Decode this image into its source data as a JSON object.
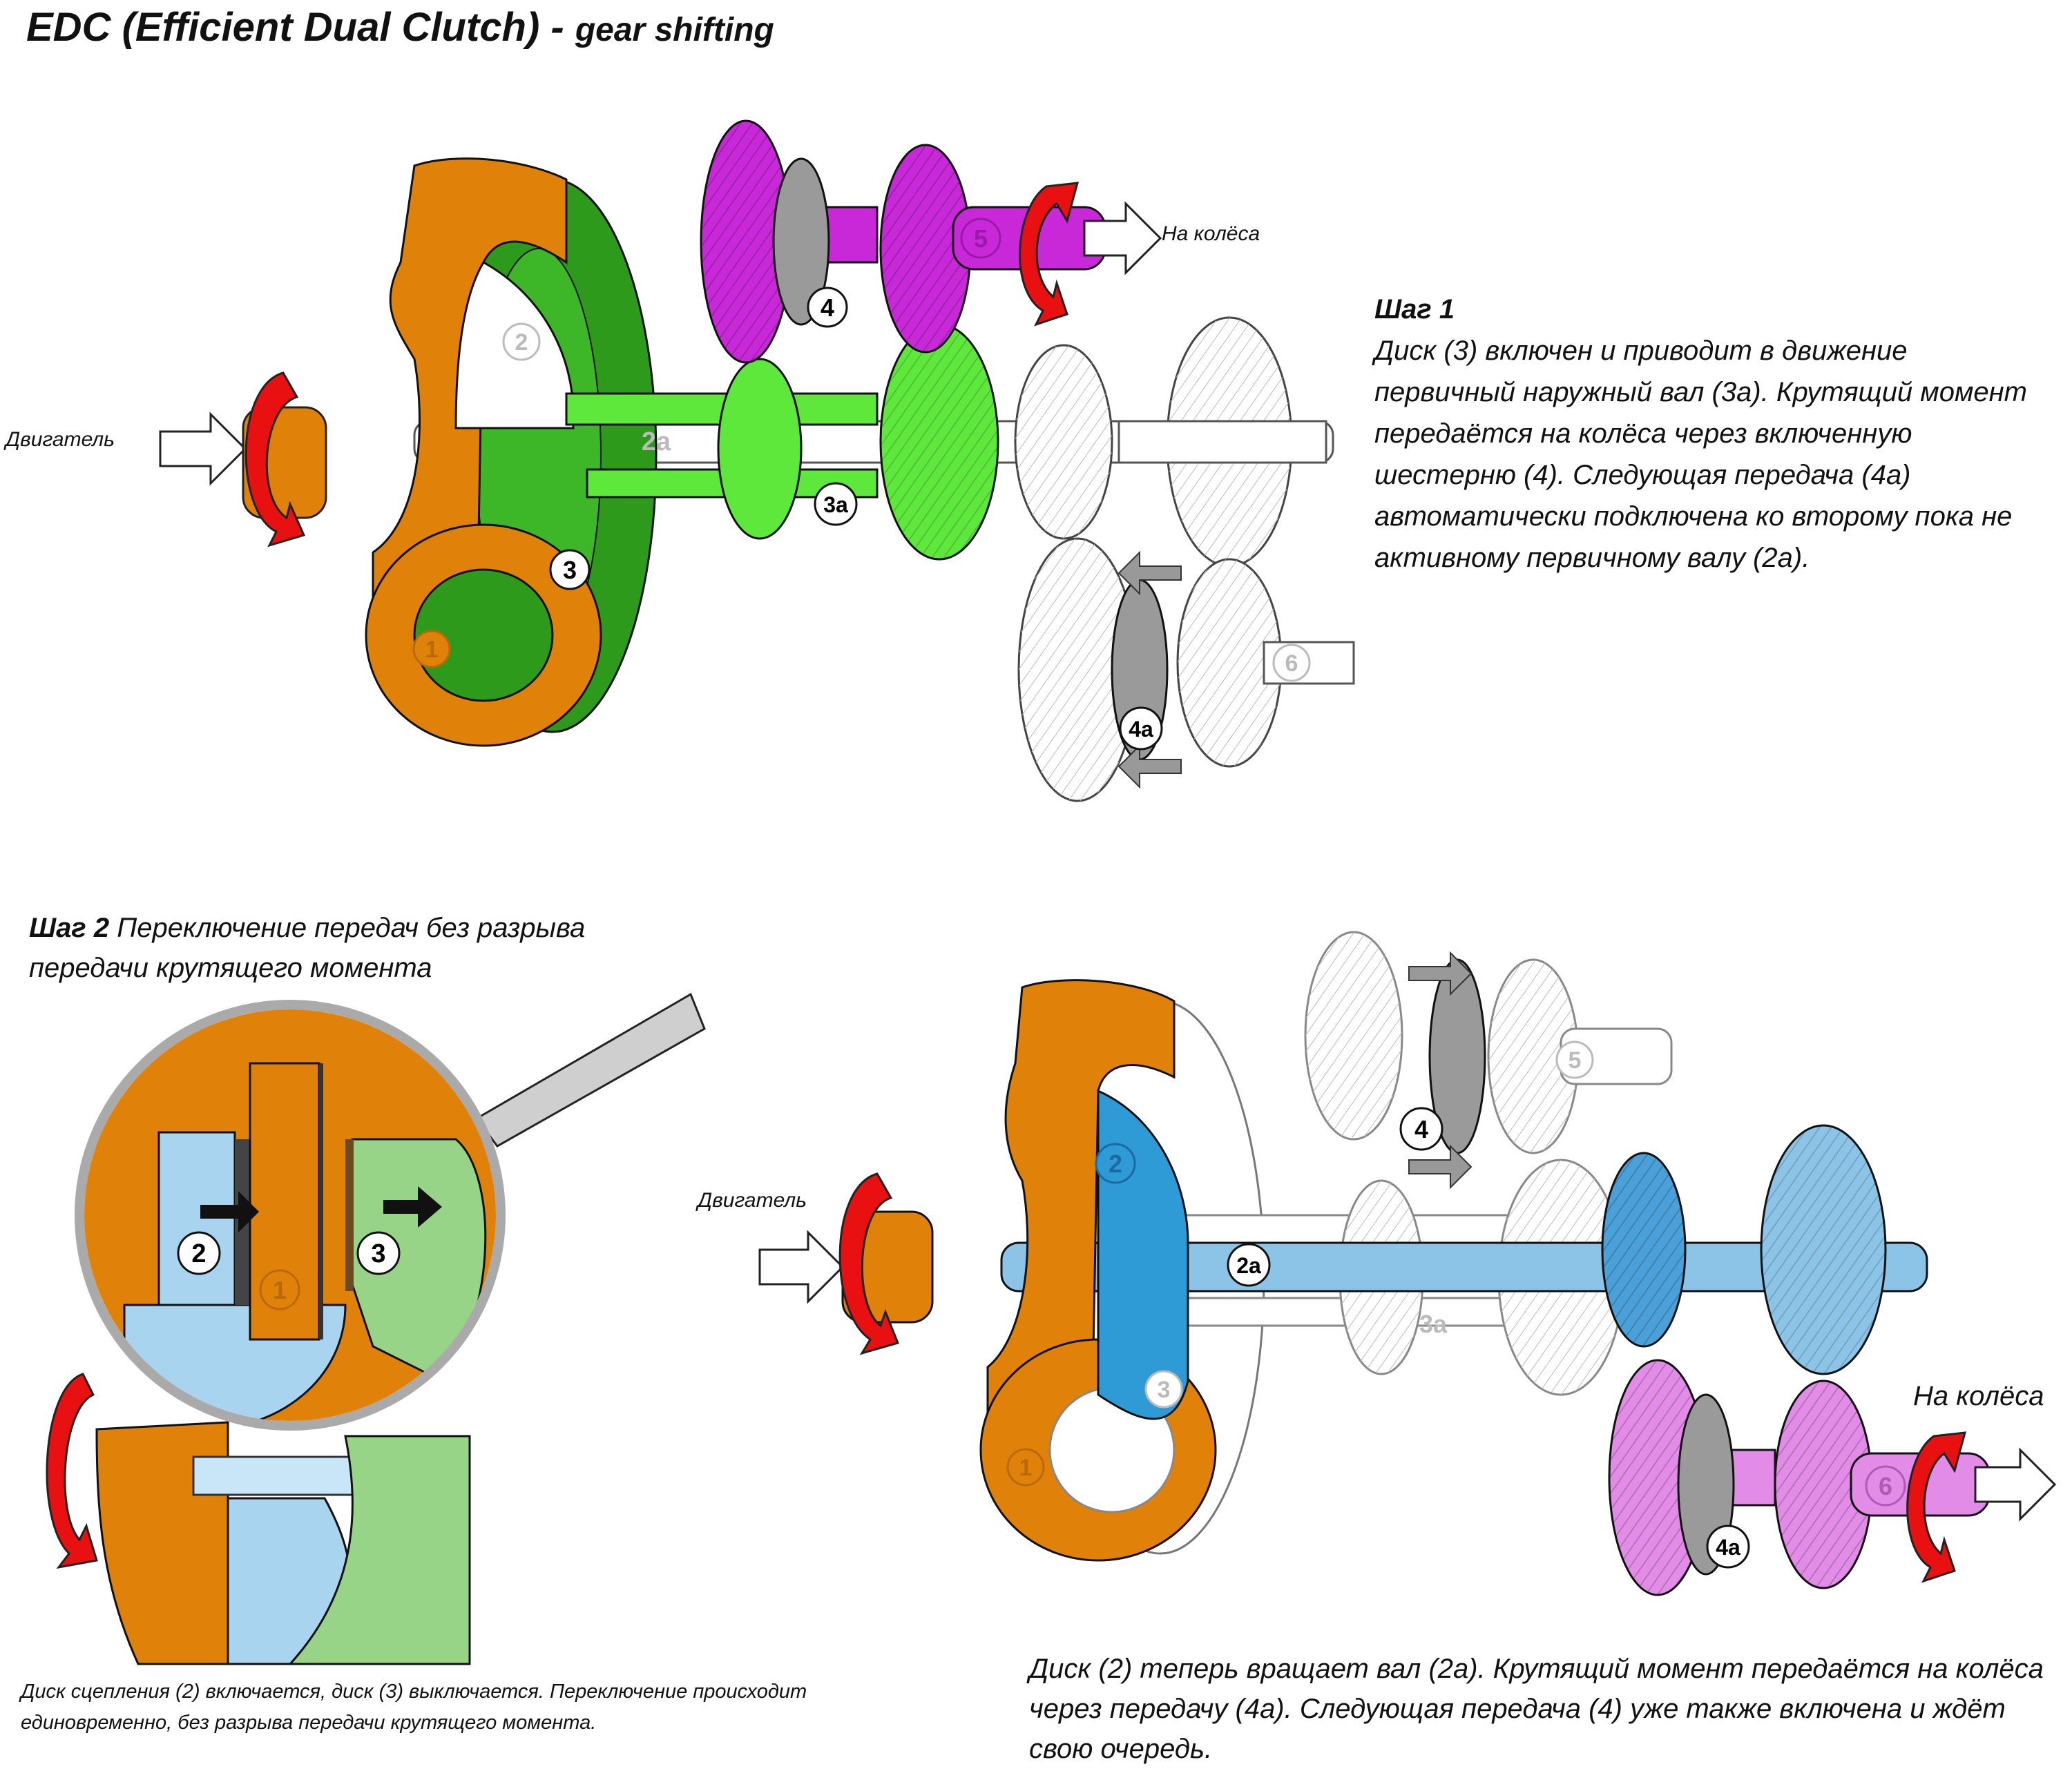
{
  "title": {
    "main": "EDC (Efficient Dual Clutch) - ",
    "sub": "gear shifting"
  },
  "labels": {
    "engine": "Двигатель",
    "wheels": "На колёса"
  },
  "callouts": {
    "c1": "1",
    "c2": "2",
    "c2a": "2a",
    "c3": "3",
    "c3a": "3a",
    "c4": "4",
    "c4a": "4a",
    "c5": "5",
    "c6": "6"
  },
  "step1": {
    "heading": "Шаг 1",
    "body": "Диск (3) включен и приводит в движение первичный наружный вал (3а). Крутящий момент передаётся на колёса через включенную шестерню (4). Следующая передача (4а) автоматически подключена ко второму пока не активному первичному валу (2а)."
  },
  "step2": {
    "heading": "Шаг 2",
    "body": " Переключение передач без разрыва передачи крутящего момента"
  },
  "captions": {
    "zoom": "Диск сцепления (2) включается, диск (3) выключается. Переключение происходит единовременно, без разрыва передачи крутящего момента.",
    "step3": "Диск (2) теперь вращает вал (2а). Крутящий момент передаётся на колёса через передачу (4а). Следующая передача (4) уже также включена и ждёт свою очередь."
  },
  "colors": {
    "housing": "#e0820a",
    "disc3": "#2e9a1c",
    "shaft3a": "#5ee83c",
    "gear_active_top": "#c828d8",
    "disc2": "#2e9bd6",
    "shaft2a": "#8cc4e8",
    "gear_active_bottom": "#e28ce8",
    "arrow_red": "#e81010",
    "sleeve_grey": "#9a9a9a",
    "zoom_blue": "#a8d4f0",
    "zoom_green": "#98d488"
  }
}
